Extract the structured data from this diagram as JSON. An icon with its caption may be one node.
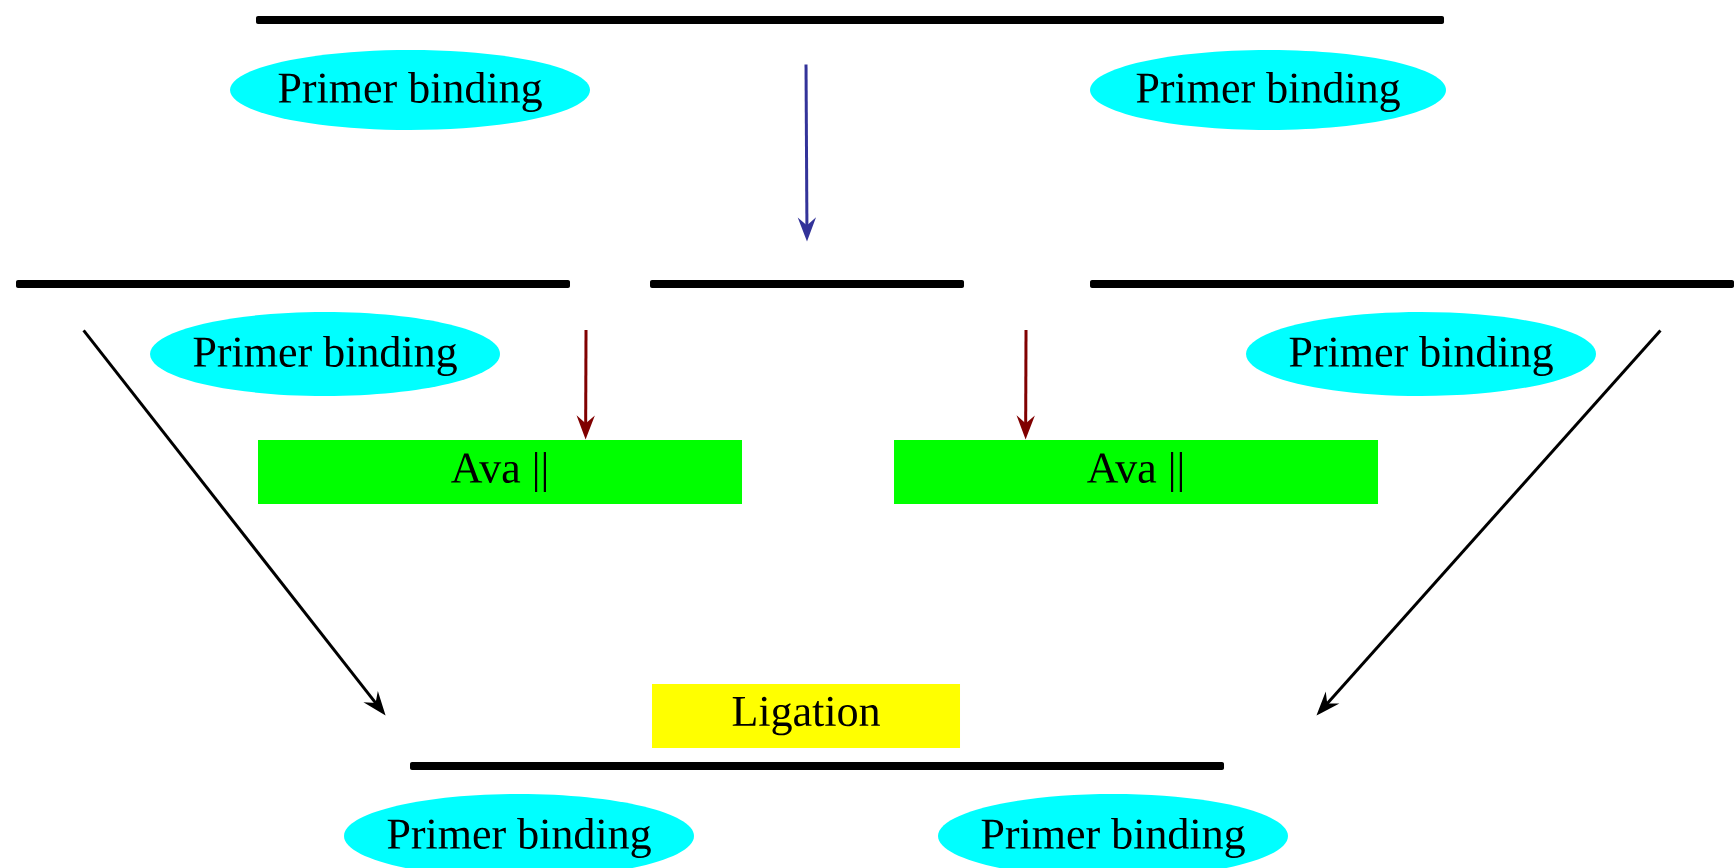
{
  "diagram": {
    "nodes": [
      {
        "text": [],
        "shape": "bar"
      },
      {
        "text": [
          "Primer binding"
        ]
      },
      {
        "text": [
          "Primer binding"
        ]
      },
      {
        "text": [],
        "shape": "bar"
      },
      {
        "text": [],
        "shape": "bar"
      },
      {
        "text": [],
        "shape": "bar"
      },
      {
        "text": [
          "Primer binding"
        ]
      },
      {
        "text": [
          "Primer binding"
        ]
      },
      {
        "text": [
          "Ava ||"
        ]
      },
      {
        "text": [
          "Ava ||"
        ]
      },
      {
        "text": [
          "Ligation"
        ]
      },
      {
        "text": [],
        "shape": "bar"
      },
      {
        "text": [
          "Primer binding"
        ]
      },
      {
        "text": [
          "Primer binding"
        ]
      }
    ],
    "edges": [
      {
        "from": 0,
        "to": 4,
        "arrow": "to",
        "color": "#333399"
      },
      {
        "from": null,
        "to": 8,
        "arrow": "to",
        "color": "#800000"
      },
      {
        "from": null,
        "to": 9,
        "arrow": "to",
        "color": "#800000"
      },
      {
        "from": 3,
        "to": 11,
        "arrow": "to",
        "color": "#000000"
      },
      {
        "from": 5,
        "to": 11,
        "arrow": "to",
        "color": "#000000"
      }
    ]
  }
}
